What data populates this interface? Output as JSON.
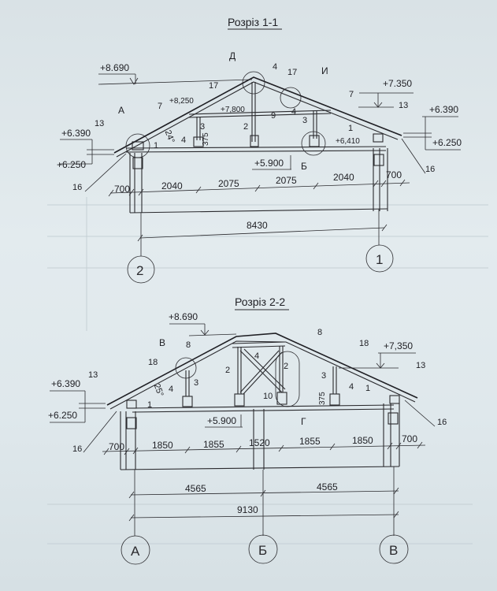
{
  "section_1": {
    "title": "Розріз 1-1",
    "elevations": {
      "ridge": "+8.690",
      "upper_left": "+8,250",
      "collar": "+7,800",
      "right_mid": "+7.350",
      "eave_top_left": "+6.390",
      "eave_bottom_left": "+6.250",
      "eave_top_right": "+6.390",
      "eave_bottom_right": "+6.250",
      "plate_right": "+6,410",
      "floor": "+5.900"
    },
    "detail_marks": [
      "Д",
      "И",
      "А",
      "Б"
    ],
    "part_labels": [
      "4",
      "17",
      "17",
      "7",
      "7",
      "13",
      "13",
      "9",
      "3",
      "3",
      "2",
      "4",
      "4",
      "1",
      "1",
      "16",
      "16"
    ],
    "angle": "24°",
    "post_height": "375",
    "dimensions_row": [
      "700",
      "2040",
      "2075",
      "2075",
      "2040",
      "700"
    ],
    "overall_dimension": "8430",
    "axes": [
      "2",
      "1"
    ]
  },
  "section_2": {
    "title": "Розріз 2-2",
    "elevations": {
      "ridge": "+8.690",
      "right_mid": "+7,350",
      "eave_top_left": "+6.390",
      "eave_bottom_left": "+6.250",
      "floor": "+5.900"
    },
    "detail_marks": [
      "В",
      "Г"
    ],
    "part_labels": [
      "8",
      "8",
      "18",
      "18",
      "13",
      "13",
      "4",
      "4",
      "4",
      "3",
      "3",
      "2",
      "2",
      "10",
      "1",
      "1",
      "16",
      "16"
    ],
    "angle": "25°",
    "post_height": "375",
    "dimensions_row": [
      "700",
      "1850",
      "1855",
      "1520",
      "1855",
      "1850",
      "700"
    ],
    "half_dimensions": [
      "4565",
      "4565"
    ],
    "overall_dimension": "9130",
    "axes": [
      "А",
      "Б",
      "В"
    ]
  }
}
